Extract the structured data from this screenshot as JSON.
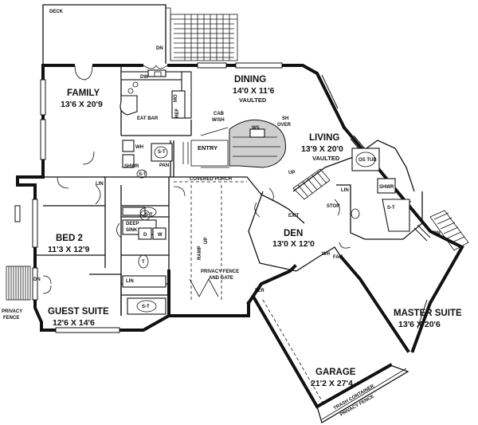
{
  "plan": {
    "rooms": {
      "deck": "DECK",
      "family": "FAMILY",
      "family_dim": "13'6 X 20'9",
      "dining": "DINING",
      "dining_dim": "14'0 X 11'6",
      "dining_note": "VAULTED",
      "living": "LIVING",
      "living_dim": "13'9 X 20'0",
      "living_note": "VAULTED",
      "entry": "ENTRY",
      "covered_porch": "COVERED PORCH",
      "bed2": "BED 2",
      "bed2_dim": "11'3 X 12'9",
      "guest": "GUEST SUITE",
      "guest_dim": "12'6 X 14'6",
      "den": "DEN",
      "den_dim": "13'0 X 12'0",
      "master": "MASTER SUITE",
      "master_dim": "13'6 X 20'6",
      "garage": "GARAGE",
      "garage_dim": "21'2 X 27'4"
    },
    "labels": {
      "dn_deck": "DN",
      "dn_guest": "DN",
      "dn_master": "DN",
      "up_living": "UP",
      "dw": "DW",
      "eat_bar": "EAT BAR",
      "ref": "REF",
      "mo": "MO",
      "cab_w_sh_1": "CAB",
      "cab_w_sh_2": "W/SH",
      "ws": "WS",
      "sh_over_1": "SH",
      "sh_over_2": "OVER",
      "wh_1": "WH",
      "wh_2": "WH",
      "fau": "FAU",
      "shwr_1": "SHWR",
      "shwr_2": "SHWR",
      "st_1": "S-T",
      "st_2": "S-T",
      "st_3": "S-T",
      "st_4": "S-T",
      "st_5": "S-T",
      "st_6": "S-T",
      "pan": "PAN",
      "lin_1": "LIN",
      "lin_2": "LIN",
      "lin_3": "LIN",
      "stor": "STOR",
      "deep_sink_1": "DEEP",
      "deep_sink_2": "SINK",
      "d": "D",
      "w": "W",
      "t": "T",
      "os_tub": "OS TUB",
      "exit": "EXIT",
      "fzr": "FZR",
      "ramp": "RAMP",
      "up_ramp": "UP",
      "privacy_fence_gate_1": "PRIVACY FENCE",
      "privacy_fence_gate_2": "AND GATE",
      "privacy_fence_left_1": "PRIVACY",
      "privacy_fence_left_2": "FENCE",
      "trash_1": "TRASH CONTAINER",
      "trash_2": "PRIVACY FENCE"
    }
  }
}
